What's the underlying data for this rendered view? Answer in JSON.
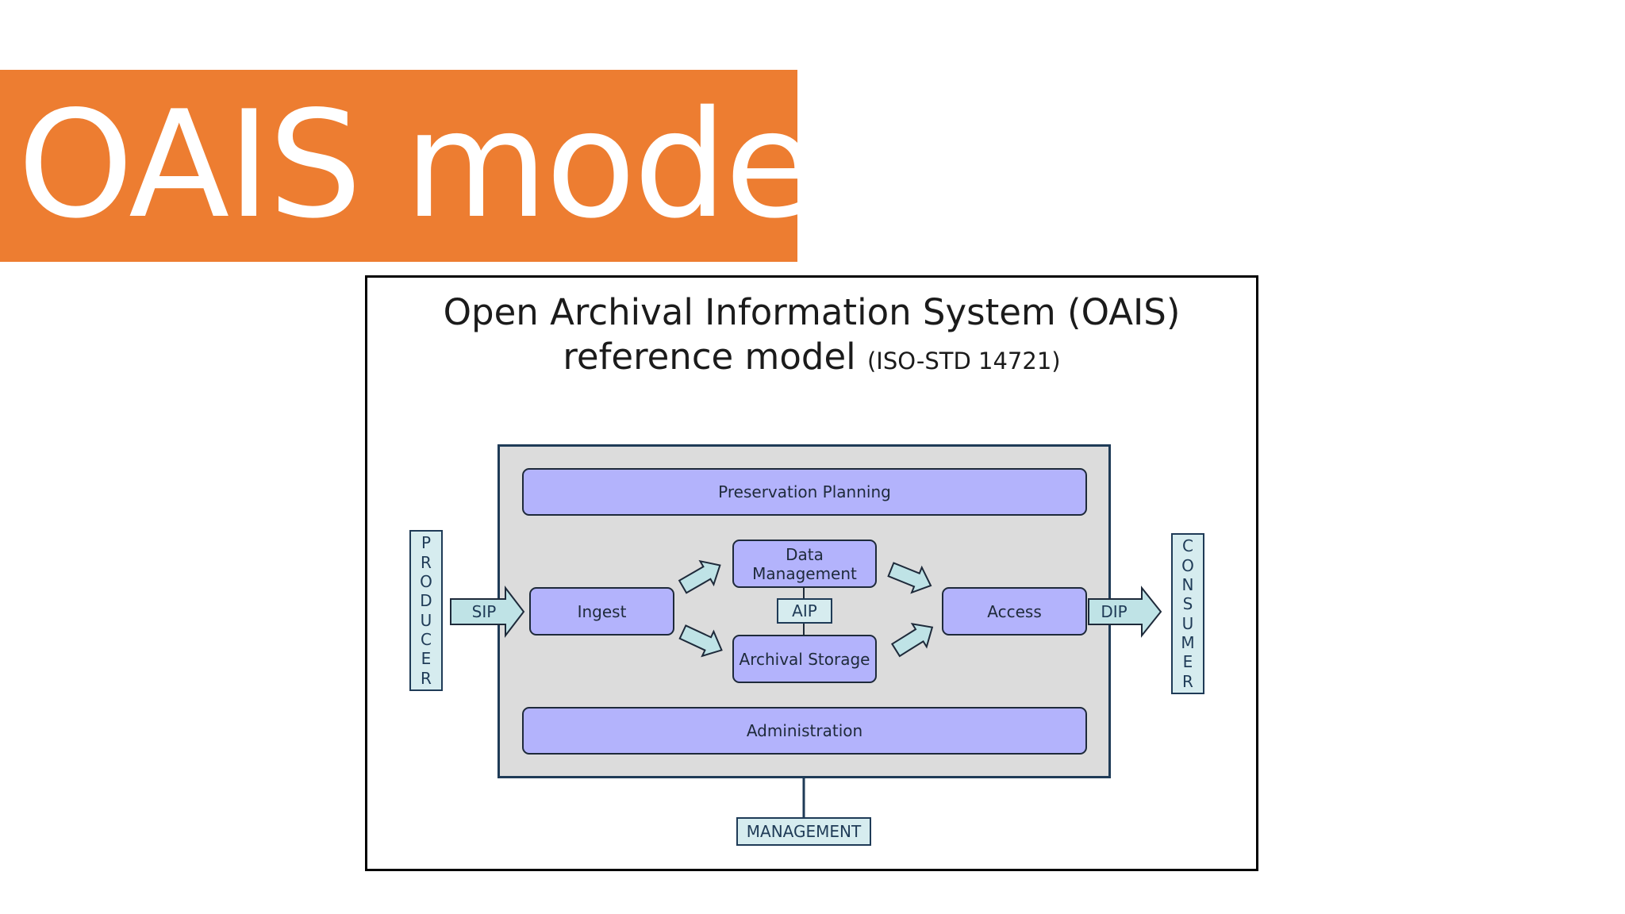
{
  "slide": {
    "title": "OAIS model",
    "accent_color": "#ED7D31"
  },
  "figure": {
    "title_line1": "Open Archival Information System (OAIS)",
    "title_line2_main": "reference model",
    "title_line2_small": "(ISO-STD 14721)",
    "functions": {
      "preservation_planning": "Preservation Planning",
      "data_management_line1": "Data",
      "data_management_line2": "Management",
      "ingest": "Ingest",
      "archival_storage": "Archival Storage",
      "access": "Access",
      "administration": "Administration"
    },
    "packages": {
      "sip": "SIP",
      "aip": "AIP",
      "dip": "DIP"
    },
    "actors": {
      "producer_letters": [
        "P",
        "R",
        "O",
        "D",
        "U",
        "C",
        "E",
        "R"
      ],
      "consumer_letters": [
        "C",
        "O",
        "N",
        "S",
        "U",
        "M",
        "E",
        "R"
      ],
      "management": "MANAGEMENT"
    },
    "colors": {
      "function_fill": "#b3b3fc",
      "package_fill": "#d6ecef",
      "oais_fill": "#dcdcdc",
      "border": "#1f3b57"
    }
  }
}
